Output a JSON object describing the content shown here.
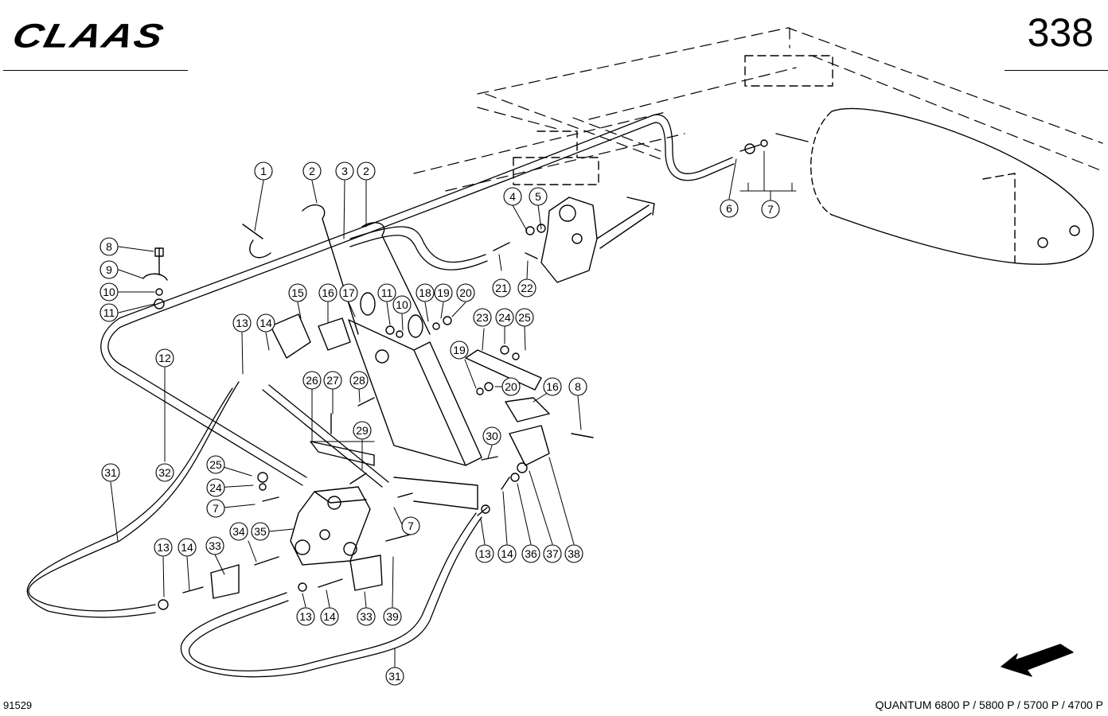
{
  "header": {
    "brand": "CLAAS",
    "page_number": "338"
  },
  "footer": {
    "drawing_number": "91529",
    "model_line": "QUANTUM 6800 P / 5800 P / 5700 P / 4700 P"
  },
  "callouts": [
    {
      "id": "c1",
      "label": "1"
    },
    {
      "id": "c2a",
      "label": "2"
    },
    {
      "id": "c3",
      "label": "3"
    },
    {
      "id": "c2b",
      "label": "2"
    },
    {
      "id": "c4",
      "label": "4"
    },
    {
      "id": "c5",
      "label": "5"
    },
    {
      "id": "c6",
      "label": "6"
    },
    {
      "id": "c7a",
      "label": "7"
    },
    {
      "id": "c8a",
      "label": "8"
    },
    {
      "id": "c9",
      "label": "9"
    },
    {
      "id": "c10a",
      "label": "10"
    },
    {
      "id": "c11a",
      "label": "11"
    },
    {
      "id": "c13a",
      "label": "13"
    },
    {
      "id": "c14a",
      "label": "14"
    },
    {
      "id": "c15",
      "label": "15"
    },
    {
      "id": "c16a",
      "label": "16"
    },
    {
      "id": "c17",
      "label": "17"
    },
    {
      "id": "c11b",
      "label": "11"
    },
    {
      "id": "c10b",
      "label": "10"
    },
    {
      "id": "c18",
      "label": "18"
    },
    {
      "id": "c19a",
      "label": "19"
    },
    {
      "id": "c20a",
      "label": "20"
    },
    {
      "id": "c21",
      "label": "21"
    },
    {
      "id": "c22",
      "label": "22"
    },
    {
      "id": "c23",
      "label": "23"
    },
    {
      "id": "c24a",
      "label": "24"
    },
    {
      "id": "c25a",
      "label": "25"
    },
    {
      "id": "c19b",
      "label": "19"
    },
    {
      "id": "c20b",
      "label": "20"
    },
    {
      "id": "c16b",
      "label": "16"
    },
    {
      "id": "c8b",
      "label": "8"
    },
    {
      "id": "c12",
      "label": "12"
    },
    {
      "id": "c26",
      "label": "26"
    },
    {
      "id": "c27",
      "label": "27"
    },
    {
      "id": "c28",
      "label": "28"
    },
    {
      "id": "c29",
      "label": "29"
    },
    {
      "id": "c30",
      "label": "30"
    },
    {
      "id": "c31a",
      "label": "31"
    },
    {
      "id": "c32",
      "label": "32"
    },
    {
      "id": "c25b",
      "label": "25"
    },
    {
      "id": "c24b",
      "label": "24"
    },
    {
      "id": "c7b",
      "label": "7"
    },
    {
      "id": "c7c",
      "label": "7"
    },
    {
      "id": "c34",
      "label": "34"
    },
    {
      "id": "c35",
      "label": "35"
    },
    {
      "id": "c13b",
      "label": "13"
    },
    {
      "id": "c14b",
      "label": "14"
    },
    {
      "id": "c33a",
      "label": "33"
    },
    {
      "id": "c13c",
      "label": "13"
    },
    {
      "id": "c14c",
      "label": "14"
    },
    {
      "id": "c33b",
      "label": "33"
    },
    {
      "id": "c39",
      "label": "39"
    },
    {
      "id": "c13d",
      "label": "13"
    },
    {
      "id": "c14d",
      "label": "14"
    },
    {
      "id": "c36",
      "label": "36"
    },
    {
      "id": "c37",
      "label": "37"
    },
    {
      "id": "c38",
      "label": "38"
    },
    {
      "id": "c31b",
      "label": "31"
    }
  ]
}
